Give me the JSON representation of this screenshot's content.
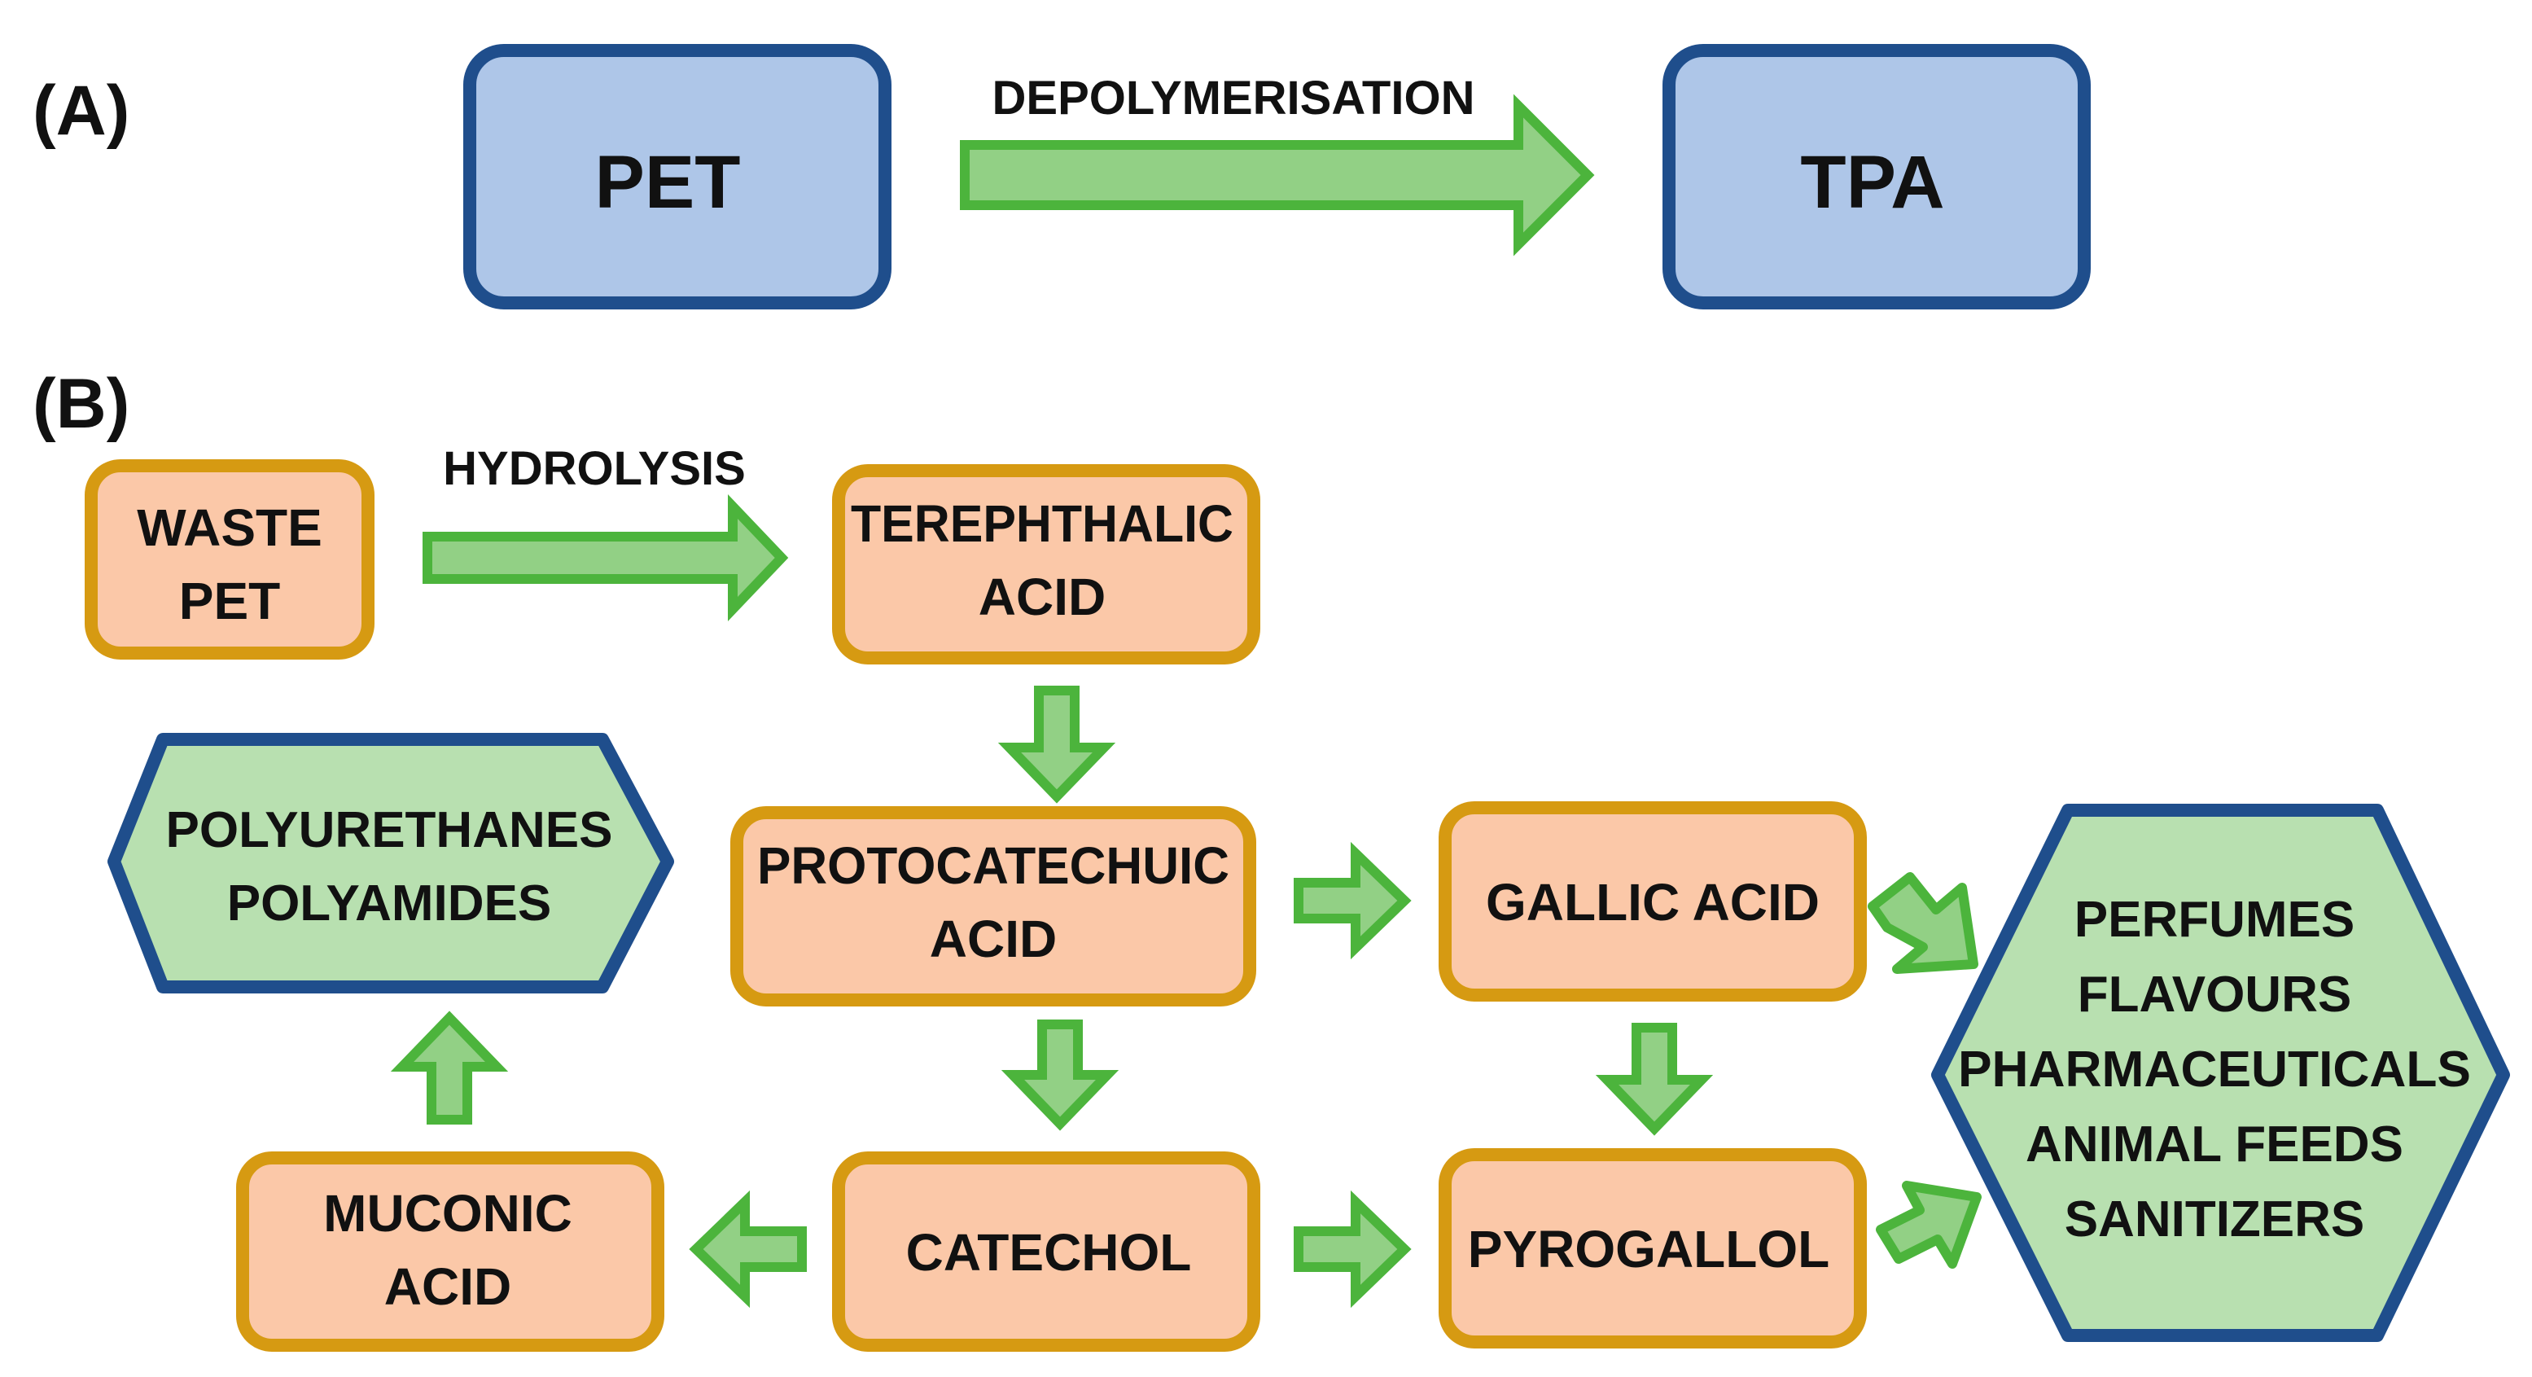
{
  "panel_a": {
    "label": "(A)",
    "source": "PET",
    "target": "TPA",
    "arrow_label": "DEPOLYMERISATION"
  },
  "panel_b": {
    "label": "(B)",
    "hydrolysis_label": "HYDROLYSIS",
    "waste_pet": [
      "WASTE",
      "PET"
    ],
    "terephthalic_acid": [
      "TEREPHTHALIC",
      "ACID"
    ],
    "protocatechuic_acid": [
      "PROTOCATECHUIC",
      "ACID"
    ],
    "gallic_acid": "GALLIC ACID",
    "catechol": "CATECHOL",
    "pyrogallol": "PYROGALLOL",
    "muconic_acid": [
      "MUCONIC",
      "ACID"
    ],
    "polymers": [
      "POLYURETHANES",
      "POLYAMIDES"
    ],
    "products": [
      "PERFUMES",
      "FLAVOURS",
      "PHARMACEUTICALS",
      "ANIMAL FEEDS",
      "SANITIZERS"
    ]
  },
  "colors": {
    "blue_fill": "#aec6e8",
    "blue_stroke": "#1f4e8c",
    "orange_fill": "#fbc8a8",
    "orange_stroke": "#d69a12",
    "green_fill": "#b8e0b0",
    "arrow_fill": "#92d085",
    "arrow_stroke": "#4cb43c"
  }
}
